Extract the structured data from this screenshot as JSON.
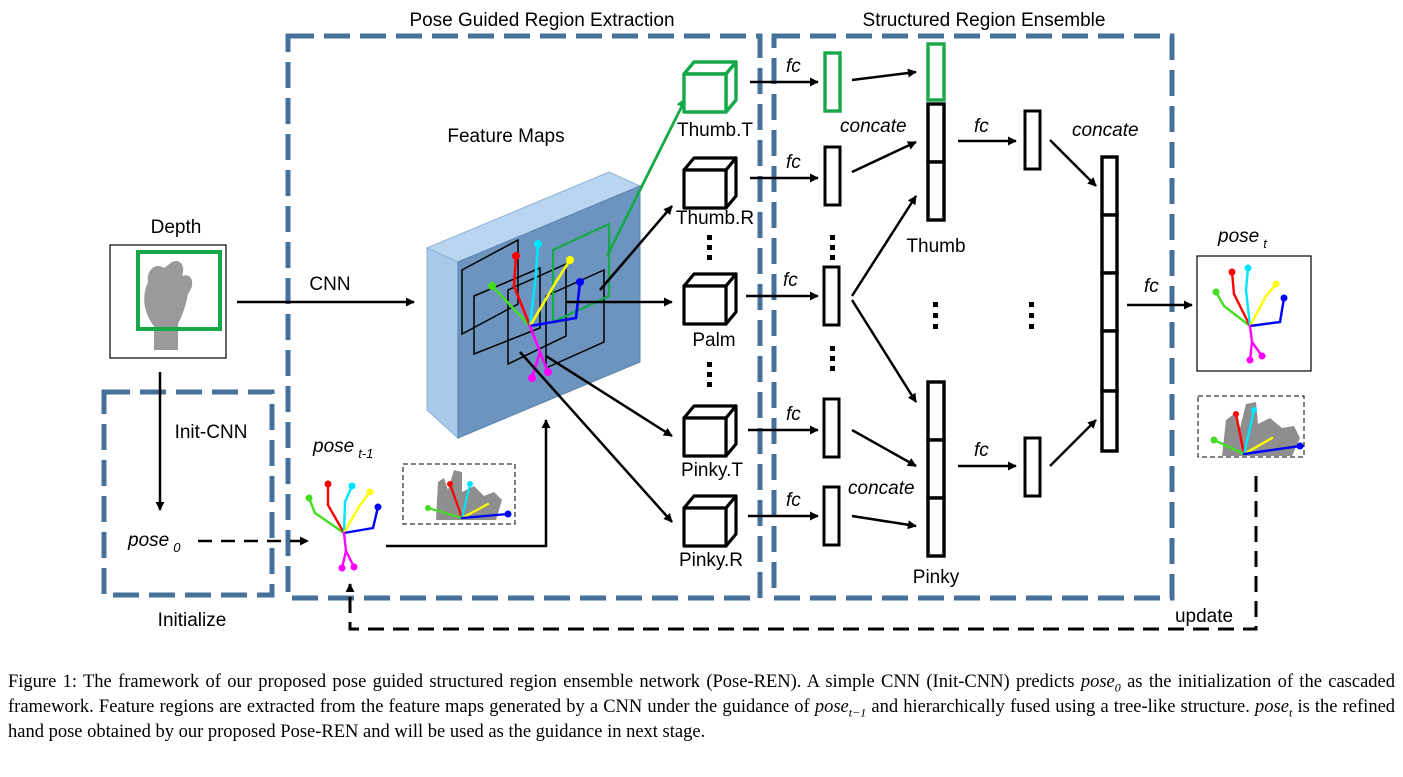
{
  "diagram": {
    "sections": {
      "extraction_title": "Pose Guided Region Extraction",
      "ensemble_title": "Structured Region Ensemble",
      "initialize_label": "Initialize"
    },
    "labels": {
      "depth": "Depth",
      "cnn": "CNN",
      "init_cnn": "Init-CNN",
      "pose0": "pose",
      "pose0_sub": "0",
      "pose_prev": "pose",
      "pose_prev_sub": "t-1",
      "pose_t": "pose",
      "pose_t_sub": "t",
      "feature_maps": "Feature Maps",
      "update": "update",
      "thumb": "Thumb",
      "pinky": "Pinky",
      "fc": "fc",
      "concate": "concate"
    },
    "regions": [
      "Thumb.T",
      "Thumb.R",
      "Palm",
      "Pinky.T",
      "Pinky.R"
    ],
    "colors": {
      "section_border": "#44709a",
      "highlight": "#17a84a",
      "feature_map_front": "#6d94bf",
      "feature_map_side": "#a8c9ea",
      "skeleton": [
        "#ff00ff",
        "#ff0000",
        "#00e5ff",
        "#ffff00",
        "#0000ff",
        "#44dd22"
      ]
    }
  },
  "caption": {
    "prefix": "Figure 1: The framework of our proposed pose guided structured region ensemble network (Pose-REN). A simple CNN (Init-CNN) predicts",
    "pose0_math": "pose",
    "pose0_sub": "0",
    "part2": "as the initialization of the cascaded framework. Feature regions are extracted from the feature maps generated by a CNN under the guidance of",
    "pose_prev_math": "pose",
    "pose_prev_sub": "t−1",
    "part3": "and hierarchically fused using a tree-like structure.",
    "pose_t_math": "pose",
    "pose_t_sub": "t",
    "part4": "is the refined hand pose obtained by our proposed Pose-REN and will be used as the guidance in next stage."
  }
}
